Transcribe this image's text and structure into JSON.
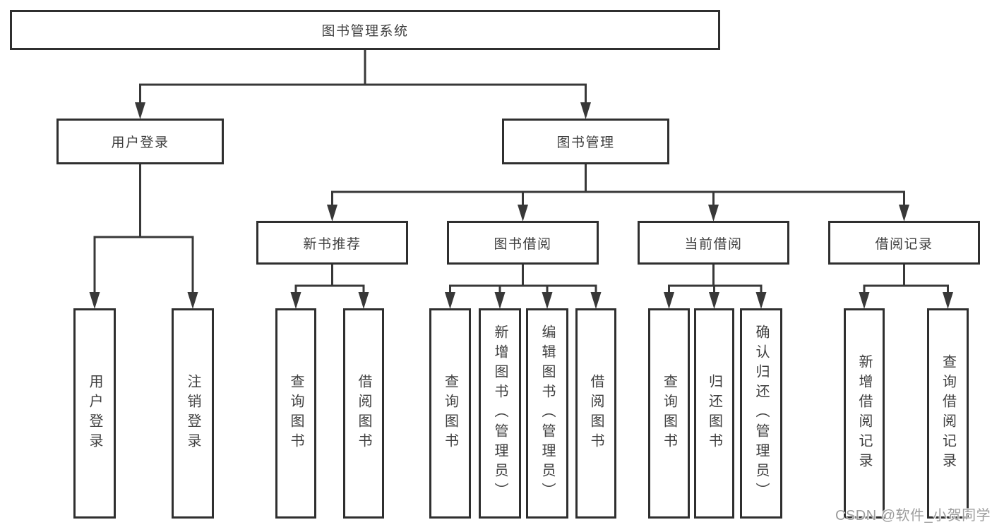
{
  "diagram": {
    "watermark": "CSDN @软件_小贺同学",
    "colors": {
      "line": "#383838",
      "border": "#2f2f2f",
      "text": "#404040",
      "watermark": "#9d9d9d",
      "background": "#ffffff"
    },
    "nodes": [
      {
        "id": "root",
        "label": "图书管理系统"
      },
      {
        "id": "login",
        "label": "用户登录"
      },
      {
        "id": "mgmt",
        "label": "图书管理"
      },
      {
        "id": "newbook",
        "label": "新书推荐"
      },
      {
        "id": "borrow",
        "label": "图书借阅"
      },
      {
        "id": "current",
        "label": "当前借阅"
      },
      {
        "id": "records",
        "label": "借阅记录"
      },
      {
        "id": "leaf-user-login",
        "label": "用户登录"
      },
      {
        "id": "leaf-logout",
        "label": "注销登录"
      },
      {
        "id": "leaf-nb-query",
        "label": "查询图书"
      },
      {
        "id": "leaf-nb-borrow",
        "label": "借阅图书"
      },
      {
        "id": "leaf-bw-query",
        "label": "查询图书"
      },
      {
        "id": "leaf-bw-add",
        "label": "新增图书（管理员）"
      },
      {
        "id": "leaf-bw-edit",
        "label": "编辑图书（管理员）"
      },
      {
        "id": "leaf-bw-borrow",
        "label": "借阅图书"
      },
      {
        "id": "leaf-cur-query",
        "label": "查询图书"
      },
      {
        "id": "leaf-cur-return",
        "label": "归还图书"
      },
      {
        "id": "leaf-cur-confirm",
        "label": "确认归还（管理员）"
      },
      {
        "id": "leaf-rec-add",
        "label": "新增借阅记录"
      },
      {
        "id": "leaf-rec-query",
        "label": "查询借阅记录"
      }
    ],
    "edges": [
      {
        "parent": "root",
        "children": [
          "login",
          "mgmt"
        ]
      },
      {
        "parent": "login",
        "children": [
          "leaf-user-login",
          "leaf-logout"
        ]
      },
      {
        "parent": "mgmt",
        "children": [
          "newbook",
          "borrow",
          "current",
          "records"
        ]
      },
      {
        "parent": "newbook",
        "children": [
          "leaf-nb-query",
          "leaf-nb-borrow"
        ]
      },
      {
        "parent": "borrow",
        "children": [
          "leaf-bw-query",
          "leaf-bw-add",
          "leaf-bw-edit",
          "leaf-bw-borrow"
        ]
      },
      {
        "parent": "current",
        "children": [
          "leaf-cur-query",
          "leaf-cur-return",
          "leaf-cur-confirm"
        ]
      },
      {
        "parent": "records",
        "children": [
          "leaf-rec-add",
          "leaf-rec-query"
        ]
      }
    ]
  }
}
